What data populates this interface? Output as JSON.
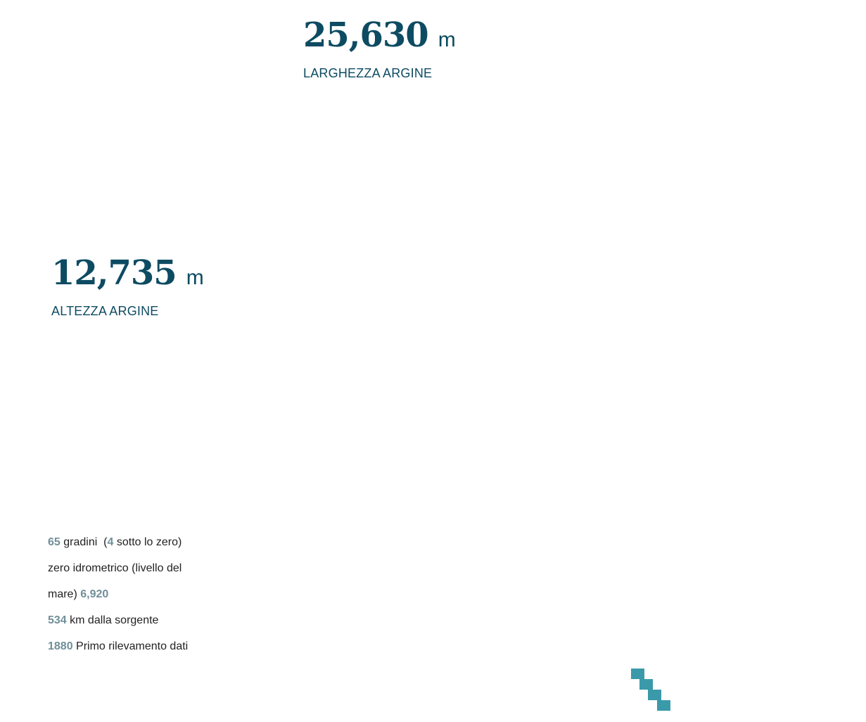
{
  "metrics": {
    "width": {
      "value": "25,630",
      "unit": "m",
      "label": "LARGHEZZA ARGINE"
    },
    "height": {
      "value": "12,735",
      "unit": "m",
      "label": "ALTEZZA ARGINE"
    }
  },
  "facts": {
    "steps_count": "65",
    "steps_text": "gradini",
    "below_open": "(",
    "below_count": "4",
    "below_text": "sotto lo zero)",
    "hydro_text": "zero idrometrico (livello del mare)",
    "hydro_value": "6,920",
    "distance_value": "534",
    "distance_text": "km dalla sorgente",
    "year_value": "1880",
    "year_text": "Primo rilevamento dati"
  },
  "decoration": {
    "staircase_icon": "staircase-icon",
    "accent_color": "#3a9aaa",
    "primary_color": "#0d4b62",
    "number_color": "#6f8f99"
  }
}
